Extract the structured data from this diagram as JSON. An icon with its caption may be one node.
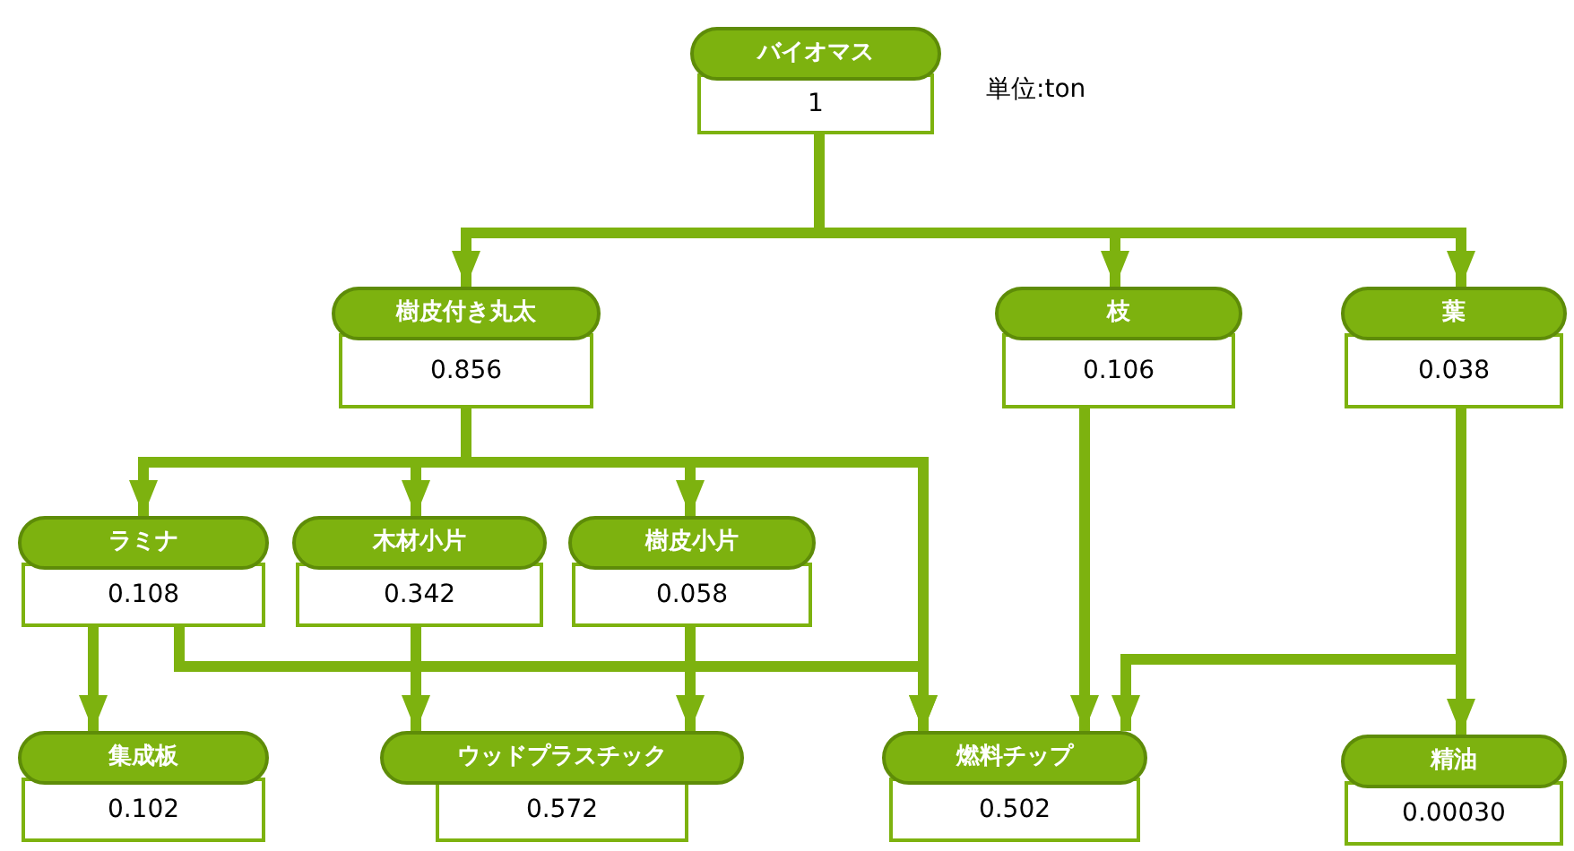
{
  "diagram": {
    "nodes": [
      {
        "text": [
          "バイオマス",
          "1"
        ]
      },
      {
        "text": [
          "樹皮付き丸太",
          "0.856"
        ]
      },
      {
        "text": [
          "枝",
          "0.106"
        ]
      },
      {
        "text": [
          "葉",
          "0.038"
        ]
      },
      {
        "text": [
          "ラミナ",
          "0.108"
        ]
      },
      {
        "text": [
          "木材小片",
          "0.342"
        ]
      },
      {
        "text": [
          "樹皮小片",
          "0.058"
        ]
      },
      {
        "text": [
          "集成板",
          "0.102"
        ]
      },
      {
        "text": [
          "ウッドプラスチック",
          "0.572"
        ]
      },
      {
        "text": [
          "燃料チップ",
          "0.502"
        ]
      },
      {
        "text": [
          "精油",
          "0.00030"
        ]
      }
    ],
    "edges": [
      {
        "from": 0,
        "to": 1,
        "arrow": "to"
      },
      {
        "from": 0,
        "to": 2,
        "arrow": "to"
      },
      {
        "from": 0,
        "to": 3,
        "arrow": "to"
      },
      {
        "from": 1,
        "to": 4,
        "arrow": "to"
      },
      {
        "from": 1,
        "to": 5,
        "arrow": "to"
      },
      {
        "from": 1,
        "to": 6,
        "arrow": "to"
      },
      {
        "from": 1,
        "to": 9,
        "arrow": "to"
      },
      {
        "from": 2,
        "to": 9,
        "arrow": "to"
      },
      {
        "from": 3,
        "to": 9,
        "arrow": "to"
      },
      {
        "from": 3,
        "to": 10,
        "arrow": "to"
      },
      {
        "from": 4,
        "to": 7,
        "arrow": "to"
      },
      {
        "from": 4,
        "to": 9,
        "arrow": "to"
      },
      {
        "from": 5,
        "to": 8,
        "arrow": "to"
      },
      {
        "from": 6,
        "to": 8,
        "arrow": "to"
      }
    ],
    "labels": [
      "単位:ton"
    ]
  }
}
